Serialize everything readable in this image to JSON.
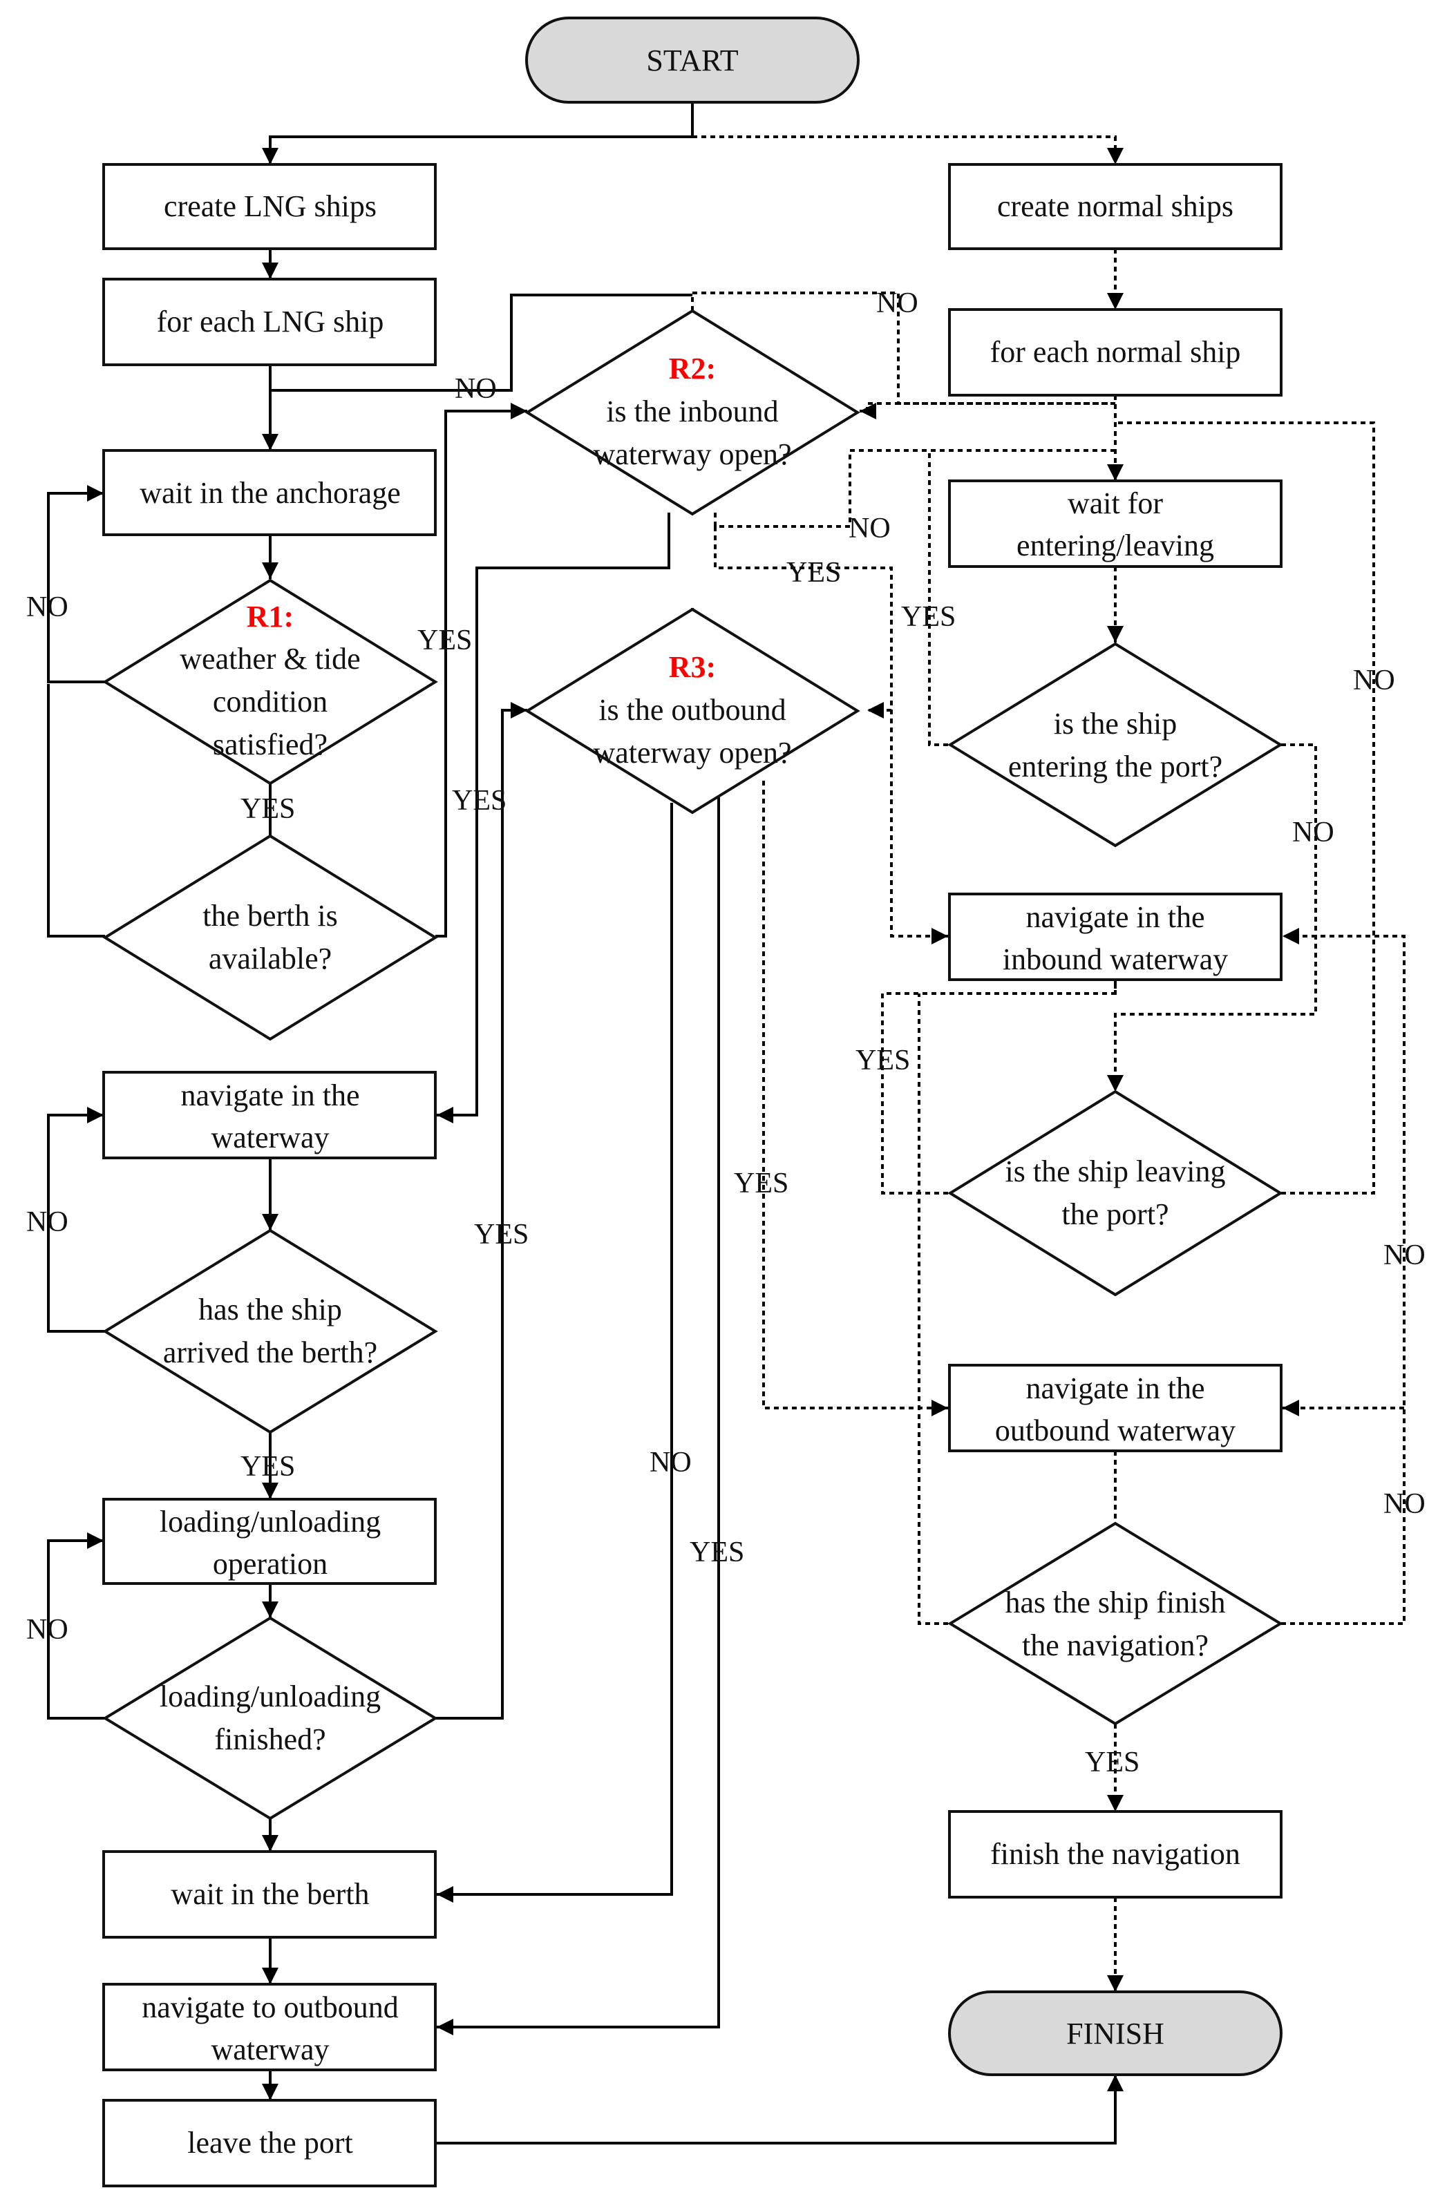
{
  "nodes": {
    "start": "START",
    "finish": "FINISH",
    "create_lng": "create LNG ships",
    "for_each_lng": "for each LNG ship",
    "wait_anchorage": "wait in the anchorage",
    "r1_rule": "R1:",
    "r1_l1": "weather & tide",
    "r1_l2": "condition",
    "r1_l3": "satisfied?",
    "berth_l1": "the berth is",
    "berth_l2": "available?",
    "nav_waterway_l1": "navigate in the",
    "nav_waterway_l2": "waterway",
    "arrived_l1": "has the ship",
    "arrived_l2": "arrived the berth?",
    "loading_l1": "loading/unloading",
    "loading_l2": "operation",
    "loadfin_l1": "loading/unloading",
    "loadfin_l2": "finished?",
    "wait_berth": "wait in the berth",
    "nav_out_l1": "navigate to outbound",
    "nav_out_l2": "waterway",
    "leave_port": "leave the port",
    "r2_rule": "R2:",
    "r2_l1": "is the inbound",
    "r2_l2": "waterway open?",
    "r3_rule": "R3:",
    "r3_l1": "is the outbound",
    "r3_l2": "waterway open?",
    "create_normal": "create normal ships",
    "for_each_normal": "for each normal ship",
    "wait_enter_l1": "wait for",
    "wait_enter_l2": "entering/leaving",
    "entering_l1": "is the ship",
    "entering_l2": "entering the port?",
    "nav_inbound_l1": "navigate in the",
    "nav_inbound_l2": "inbound waterway",
    "leaving_l1": "is the ship leaving",
    "leaving_l2": "the port?",
    "nav_outbound_l1": "navigate in the",
    "nav_outbound_l2": "outbound waterway",
    "finish_nav_q_l1": "has the ship finish",
    "finish_nav_q_l2": "the navigation?",
    "finish_nav": "finish the navigation"
  },
  "labels": {
    "no": "NO",
    "yes": "YES"
  }
}
